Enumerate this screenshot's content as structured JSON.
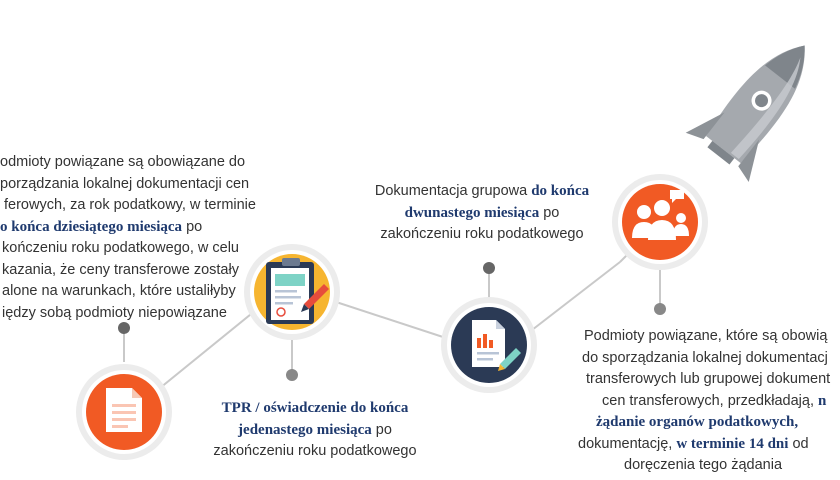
{
  "colors": {
    "line": "#c9c9c9",
    "dot": "#666666",
    "ring": "#e8e8e8",
    "orange": "#f15a24",
    "yellow": "#f6b530",
    "navy": "#2b3a55",
    "highlight": "#1f3a6e",
    "rocket": "#9fa3a8"
  },
  "icons": {
    "step1": "document-icon",
    "step2": "clipboard-icon",
    "step3": "document-pen-icon",
    "step4": "team-icon",
    "decor": "rocket-icon"
  },
  "block1": {
    "l1": "odmioty powiązane są obowiązane do",
    "l2": "porządzania lokalnej dokumentacji cen",
    "l3": "ferowych, za rok podatkowy, w terminie",
    "l4_bold": "o końca dziesiątego miesiąca",
    "l4_rest": " po",
    "l5": "kończeniu roku podatkowego, w celu",
    "l6": "kazania, że ceny transferowe zostały",
    "l7": "alone na warunkach, które ustaliłyby",
    "l8": "iędzy sobą podmioty niepowiązane"
  },
  "block2": {
    "l1_bold": "TPR / oświadczenie do końca",
    "l2_bold": "jedenastego miesiąca",
    "l2_rest": " po",
    "l3": "zakończeniu roku podatkowego"
  },
  "block3": {
    "l1_plain": "Dokumentacja grupowa ",
    "l1_bold": "do końca",
    "l2_bold": "dwunastego miesiąca",
    "l2_rest": " po",
    "l3": "zakończeniu roku podatkowego"
  },
  "block4": {
    "l1": "Podmioty powiązane, które są obowią",
    "l2": "do sporządzania lokalnej dokumentacj",
    "l3": "transferowych lub grupowej dokument",
    "l4_plain": "cen transferowych, przedkładają, ",
    "l4_bold": "n",
    "l5_bold": "żądanie organów podatkowych,",
    "l6_plain": "dokumentację, ",
    "l6_bold": "w terminie 14 dni",
    "l6_rest": " od",
    "l7": "doręczenia tego żądania"
  }
}
